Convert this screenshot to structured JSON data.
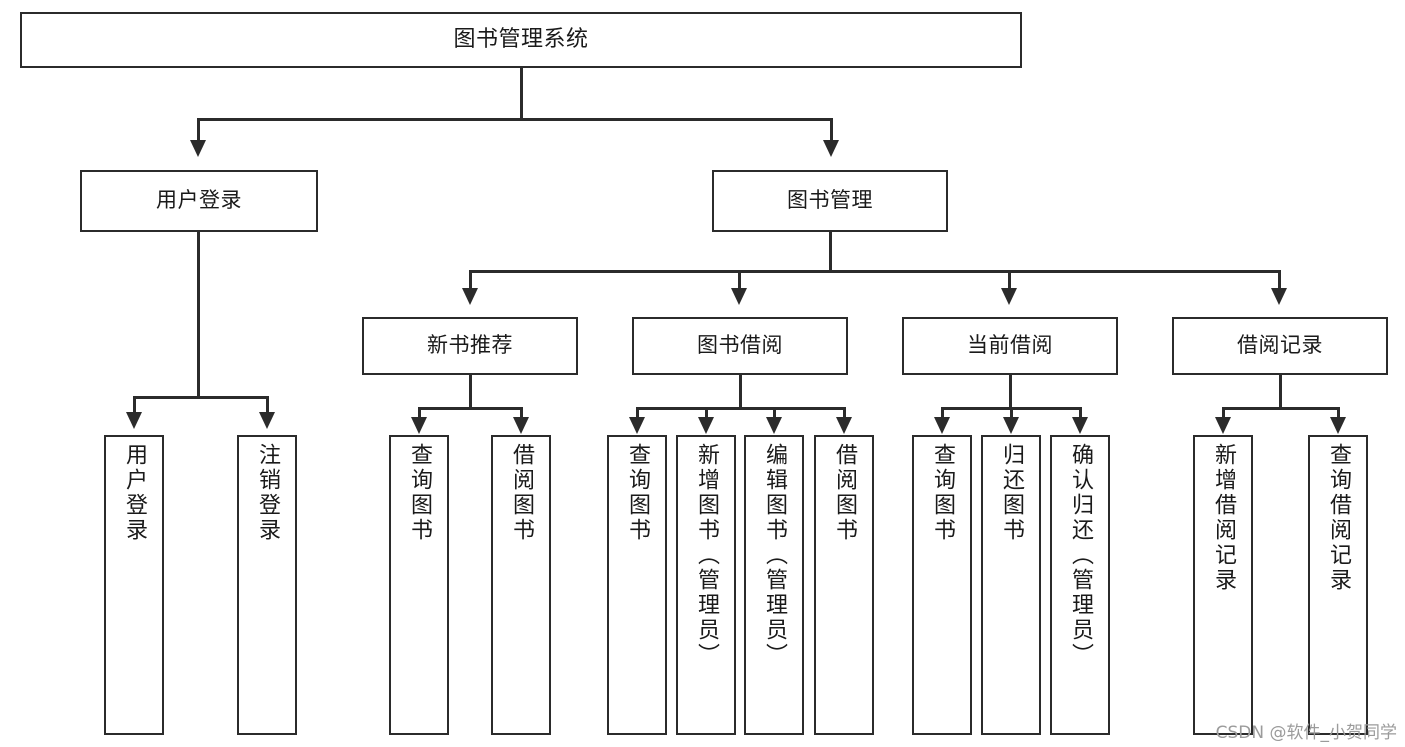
{
  "diagram": {
    "title": "图书管理系统",
    "type": "tree-hierarchy",
    "watermark": "CSDN @软件_小贺同学",
    "colors": {
      "stroke": "#2b2b2b",
      "fill": "#ffffff",
      "text": "#1a1a1a",
      "watermark": "#9b9b9b"
    },
    "nodes": {
      "root": {
        "label": "图书管理系统"
      },
      "level2": [
        {
          "id": "user-login",
          "label": "用户登录"
        },
        {
          "id": "book-manage",
          "label": "图书管理"
        }
      ],
      "level3": [
        {
          "id": "new-book-rec",
          "label": "新书推荐"
        },
        {
          "id": "book-borrow",
          "label": "图书借阅"
        },
        {
          "id": "current-borrow",
          "label": "当前借阅"
        },
        {
          "id": "borrow-record",
          "label": "借阅记录"
        }
      ],
      "leaves": {
        "user_login": [
          {
            "id": "leaf-user-login",
            "label": "用户登录"
          },
          {
            "id": "leaf-logout-login",
            "label": "注销登录"
          }
        ],
        "new_book_rec": [
          {
            "id": "leaf-query-book-1",
            "label": "查询图书"
          },
          {
            "id": "leaf-borrow-book-1",
            "label": "借阅图书"
          }
        ],
        "book_borrow": [
          {
            "id": "leaf-query-book-2",
            "label": "查询图书"
          },
          {
            "id": "leaf-add-book",
            "label": "新增图书（管理员）"
          },
          {
            "id": "leaf-edit-book",
            "label": "编辑图书（管理员）"
          },
          {
            "id": "leaf-borrow-book-2",
            "label": "借阅图书"
          }
        ],
        "current_borrow": [
          {
            "id": "leaf-query-book-3",
            "label": "查询图书"
          },
          {
            "id": "leaf-return-book",
            "label": "归还图书"
          },
          {
            "id": "leaf-confirm-return",
            "label": "确认归还（管理员）"
          }
        ],
        "borrow_record": [
          {
            "id": "leaf-add-record",
            "label": "新增借阅记录"
          },
          {
            "id": "leaf-query-record",
            "label": "查询借阅记录"
          }
        ]
      }
    }
  }
}
